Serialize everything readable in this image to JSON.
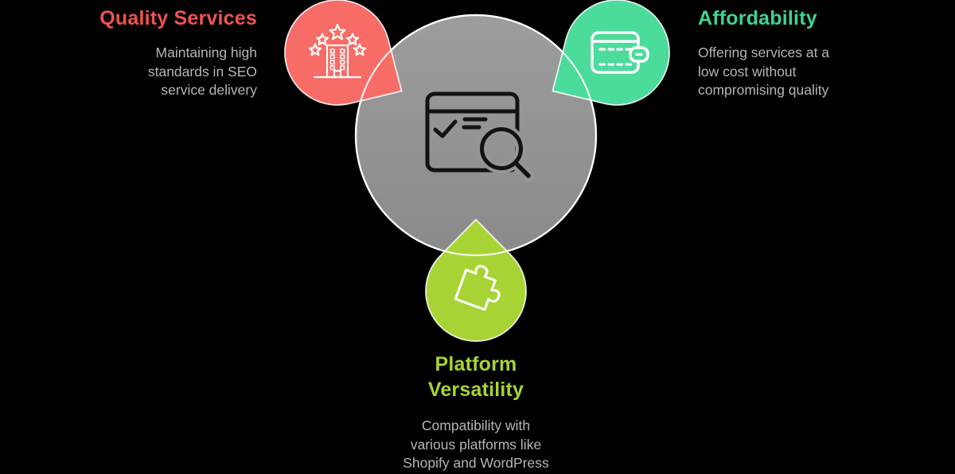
{
  "diagram": {
    "background_color": "#000000",
    "center": {
      "icon": "seo-browser-search",
      "circle_fill_top": "#9d9d9d",
      "circle_fill_bottom": "#8a8a8a",
      "circle_border": "#ffffff"
    },
    "desc_color": "#b5b5b5",
    "nodes": [
      {
        "id": "quality-services",
        "title": "Quality Services",
        "title_color": "#ef5350",
        "circle_fill": "#f76c66",
        "icon": "five-star-building",
        "desc_lines": [
          "Maintaining high",
          "standards in SEO",
          "service delivery"
        ]
      },
      {
        "id": "affordability",
        "title": "Affordability",
        "title_color": "#3ed48f",
        "circle_fill": "#4bdb9a",
        "icon": "wallet",
        "desc_lines": [
          "Offering services at a",
          "low cost without",
          "compromising quality"
        ]
      },
      {
        "id": "platform-versatility",
        "title_lines": [
          "Platform",
          "Versatility"
        ],
        "title_color": "#a8d432",
        "circle_fill": "#a7d434",
        "icon": "puzzle-piece",
        "desc_lines": [
          "Compatibility with",
          "various platforms like",
          "Shopify and WordPress"
        ]
      }
    ]
  }
}
